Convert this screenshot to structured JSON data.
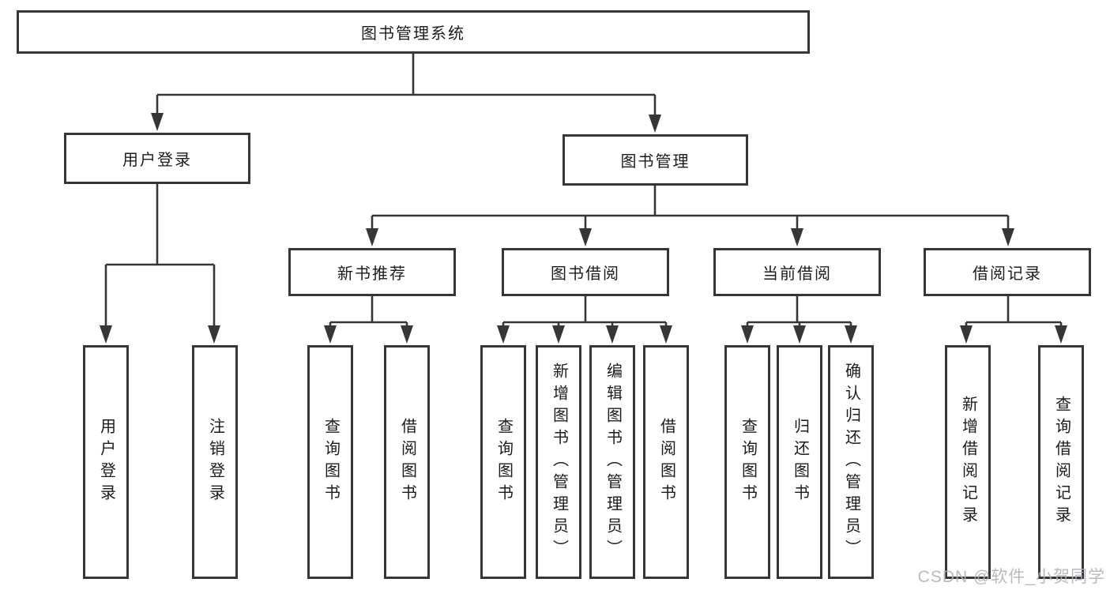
{
  "title": "图书管理系统",
  "watermark": "CSDN @软件_小贺同学",
  "colors": {
    "line": "#363636",
    "box_border": "#363636",
    "box_background": "#ffffff",
    "text": "#1c1c1c",
    "watermark": "#b0b3b8",
    "background": "#ffffff"
  },
  "nodes": [
    {
      "id": "root",
      "label": "图书管理系统",
      "orientation": "horizontal",
      "level": 1,
      "parent": null
    },
    {
      "id": "user-login",
      "label": "用户登录",
      "orientation": "horizontal",
      "level": 2,
      "parent": "root"
    },
    {
      "id": "book-management",
      "label": "图书管理",
      "orientation": "horizontal",
      "level": 2,
      "parent": "root"
    },
    {
      "id": "new-book-recommend",
      "label": "新书推荐",
      "orientation": "horizontal",
      "level": 3,
      "parent": "book-management"
    },
    {
      "id": "book-borrowing",
      "label": "图书借阅",
      "orientation": "horizontal",
      "level": 3,
      "parent": "book-management"
    },
    {
      "id": "current-borrowing",
      "label": "当前借阅",
      "orientation": "horizontal",
      "level": 3,
      "parent": "book-management"
    },
    {
      "id": "borrowing-records",
      "label": "借阅记录",
      "orientation": "horizontal",
      "level": 3,
      "parent": "book-management"
    },
    {
      "id": "leaf-user-login",
      "label": "用户登录",
      "orientation": "vertical",
      "level": 4,
      "parent": "user-login"
    },
    {
      "id": "leaf-logout",
      "label": "注销登录",
      "orientation": "vertical",
      "level": 4,
      "parent": "user-login"
    },
    {
      "id": "leaf-query-books-1",
      "label": "查询图书",
      "orientation": "vertical",
      "level": 4,
      "parent": "new-book-recommend"
    },
    {
      "id": "leaf-borrow-books-1",
      "label": "借阅图书",
      "orientation": "vertical",
      "level": 4,
      "parent": "new-book-recommend"
    },
    {
      "id": "leaf-query-books-2",
      "label": "查询图书",
      "orientation": "vertical",
      "level": 4,
      "parent": "book-borrowing"
    },
    {
      "id": "leaf-add-books-admin",
      "label": "新增图书（管理员）",
      "orientation": "vertical",
      "level": 4,
      "parent": "book-borrowing"
    },
    {
      "id": "leaf-edit-books-admin",
      "label": "编辑图书（管理员）",
      "orientation": "vertical",
      "level": 4,
      "parent": "book-borrowing"
    },
    {
      "id": "leaf-borrow-books-2",
      "label": "借阅图书",
      "orientation": "vertical",
      "level": 4,
      "parent": "book-borrowing"
    },
    {
      "id": "leaf-query-books-3",
      "label": "查询图书",
      "orientation": "vertical",
      "level": 4,
      "parent": "current-borrowing"
    },
    {
      "id": "leaf-return-books",
      "label": "归还图书",
      "orientation": "vertical",
      "level": 4,
      "parent": "current-borrowing"
    },
    {
      "id": "leaf-confirm-return-admin",
      "label": "确认归还（管理员）",
      "orientation": "vertical",
      "level": 4,
      "parent": "current-borrowing"
    },
    {
      "id": "leaf-add-borrow-record",
      "label": "新增借阅记录",
      "orientation": "vertical",
      "level": 4,
      "parent": "borrowing-records"
    },
    {
      "id": "leaf-query-borrow-record",
      "label": "查询借阅记录",
      "orientation": "vertical",
      "level": 4,
      "parent": "borrowing-records"
    }
  ]
}
